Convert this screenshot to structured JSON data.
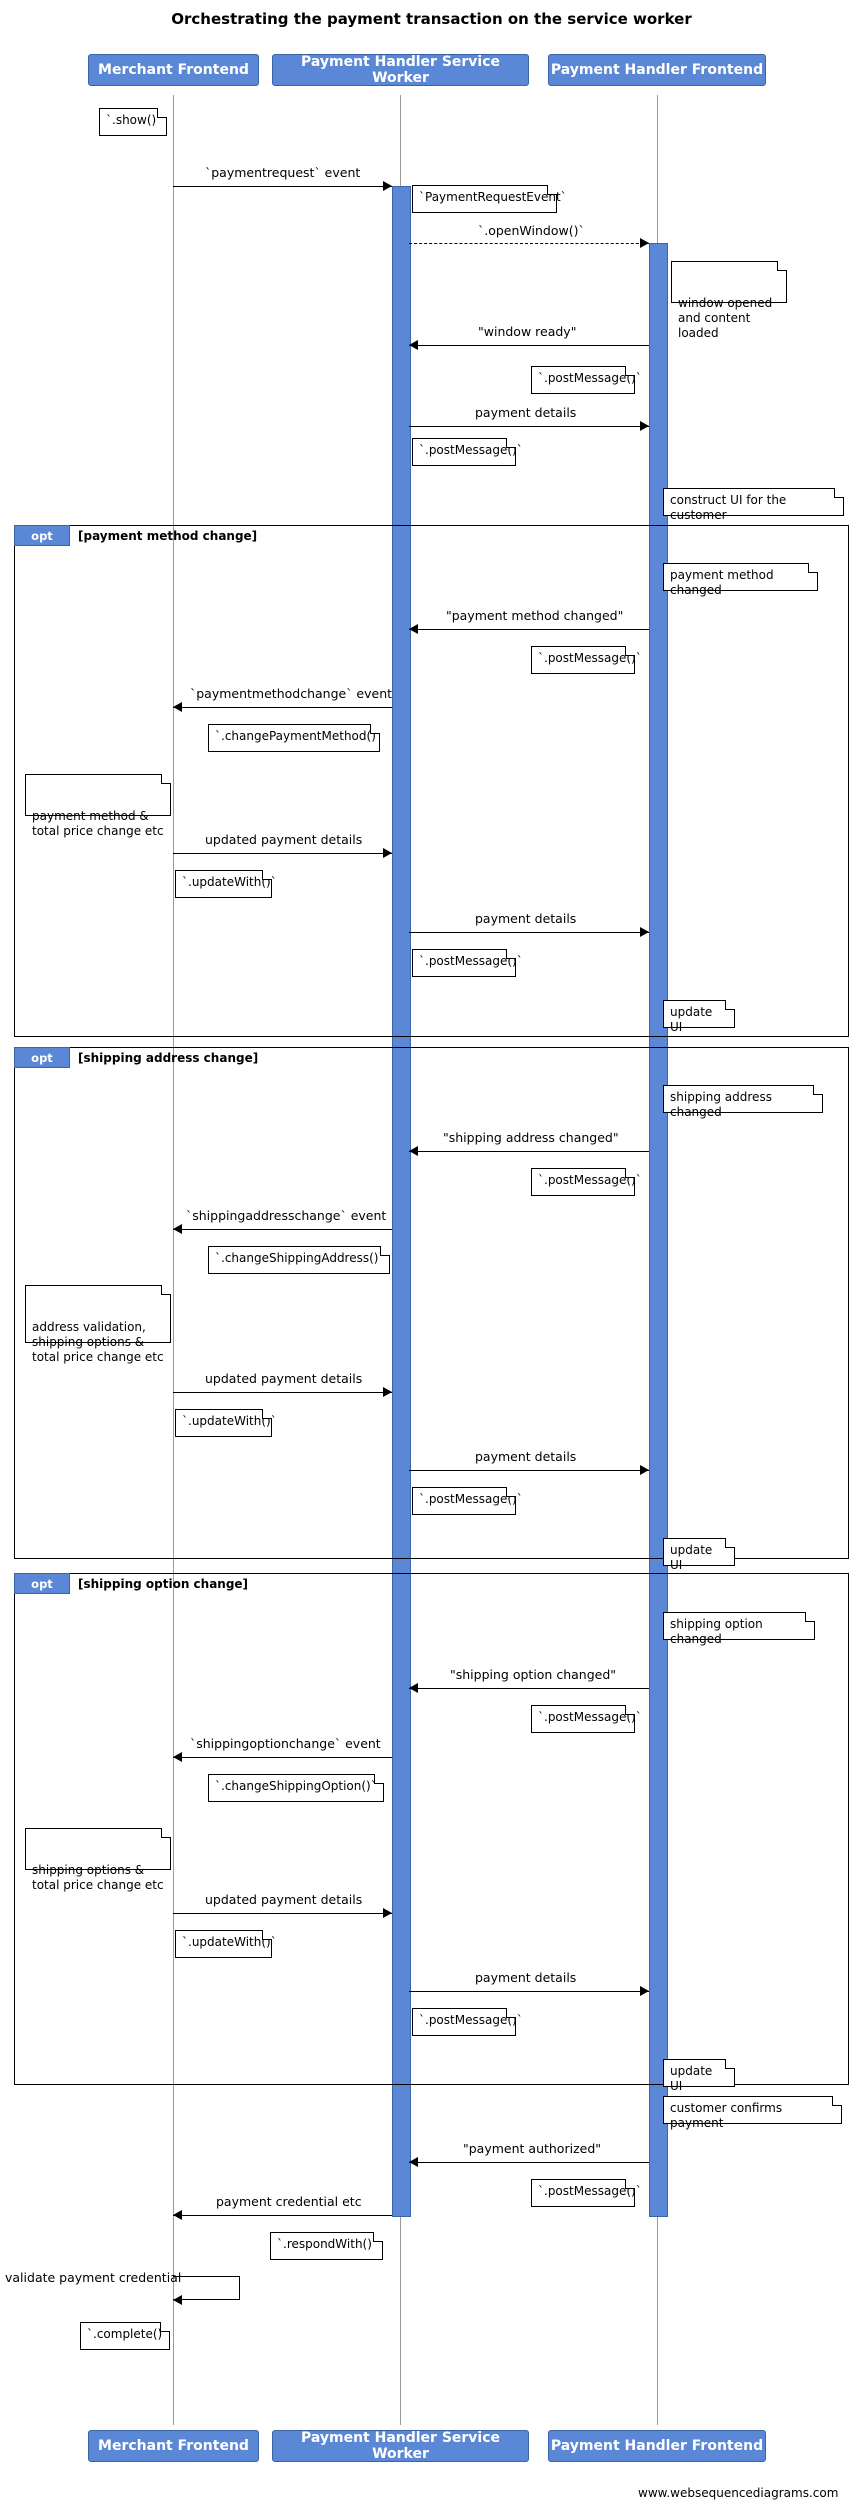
{
  "title": "Orchestrating the payment transaction on the service worker",
  "credit": "www.websequencediagrams.com",
  "actors": [
    {
      "id": "merchant",
      "label": "Merchant Frontend"
    },
    {
      "id": "sw",
      "label": "Payment Handler Service Worker"
    },
    {
      "id": "phf",
      "label": "Payment Handler Frontend"
    }
  ],
  "frames": [
    {
      "tab": "opt",
      "condition": "[payment method change]"
    },
    {
      "tab": "opt",
      "condition": "[shipping address change]"
    },
    {
      "tab": "opt",
      "condition": "[shipping option change]"
    }
  ],
  "messages": [
    {
      "label": "`paymentrequest` event"
    },
    {
      "label": "`.openWindow()`"
    },
    {
      "label": "\"window ready\""
    },
    {
      "label": "payment details"
    },
    {
      "label": "\"payment method changed\""
    },
    {
      "label": "`paymentmethodchange` event"
    },
    {
      "label": "updated payment details"
    },
    {
      "label": "payment details"
    },
    {
      "label": "\"shipping address changed\""
    },
    {
      "label": "`shippingaddresschange` event"
    },
    {
      "label": "updated payment details"
    },
    {
      "label": "payment details"
    },
    {
      "label": "\"shipping option changed\""
    },
    {
      "label": "`shippingoptionchange` event"
    },
    {
      "label": "updated payment details"
    },
    {
      "label": "payment details"
    },
    {
      "label": "\"payment authorized\""
    },
    {
      "label": "payment credential etc"
    },
    {
      "label": "validate payment credential"
    }
  ],
  "notes": [
    {
      "id": "n-show",
      "text": "`.show()`"
    },
    {
      "id": "n-prevent",
      "text": "`PaymentRequestEvent`"
    },
    {
      "id": "n-window-opened",
      "text": "window opened\nand content loaded"
    },
    {
      "id": "n-postmsg-1",
      "text": "`.postMessage()`"
    },
    {
      "id": "n-postmsg-2",
      "text": "`.postMessage()`"
    },
    {
      "id": "n-construct-ui",
      "text": "construct UI for the customer"
    },
    {
      "id": "n-pm-changed",
      "text": "payment method changed"
    },
    {
      "id": "n-postmsg-3",
      "text": "`.postMessage()`"
    },
    {
      "id": "n-changepm",
      "text": "`.changePaymentMethod()`"
    },
    {
      "id": "n-pm-total",
      "text": "payment method &\ntotal price change etc"
    },
    {
      "id": "n-updatewith-1",
      "text": "`.updateWith()`"
    },
    {
      "id": "n-postmsg-4",
      "text": "`.postMessage()`"
    },
    {
      "id": "n-updateui-1",
      "text": "update UI"
    },
    {
      "id": "n-sa-changed",
      "text": "shipping address changed"
    },
    {
      "id": "n-postmsg-5",
      "text": "`.postMessage()`"
    },
    {
      "id": "n-changesa",
      "text": "`.changeShippingAddress()`"
    },
    {
      "id": "n-sa-total",
      "text": "address validation,\nshipping options &\ntotal price change etc"
    },
    {
      "id": "n-updatewith-2",
      "text": "`.updateWith()`"
    },
    {
      "id": "n-postmsg-6",
      "text": "`.postMessage()`"
    },
    {
      "id": "n-updateui-2",
      "text": "update UI"
    },
    {
      "id": "n-so-changed",
      "text": "shipping option changed"
    },
    {
      "id": "n-postmsg-7",
      "text": "`.postMessage()`"
    },
    {
      "id": "n-changeso",
      "text": "`.changeShippingOption()`"
    },
    {
      "id": "n-so-total",
      "text": "shipping options &\ntotal price change etc"
    },
    {
      "id": "n-updatewith-3",
      "text": "`.updateWith()`"
    },
    {
      "id": "n-postmsg-8",
      "text": "`.postMessage()`"
    },
    {
      "id": "n-updateui-3",
      "text": "update UI"
    },
    {
      "id": "n-confirm",
      "text": "customer confirms payment"
    },
    {
      "id": "n-postmsg-9",
      "text": "`.postMessage()`"
    },
    {
      "id": "n-respondwith",
      "text": "`.respondWith()`"
    },
    {
      "id": "n-complete",
      "text": "`.complete()`"
    }
  ]
}
